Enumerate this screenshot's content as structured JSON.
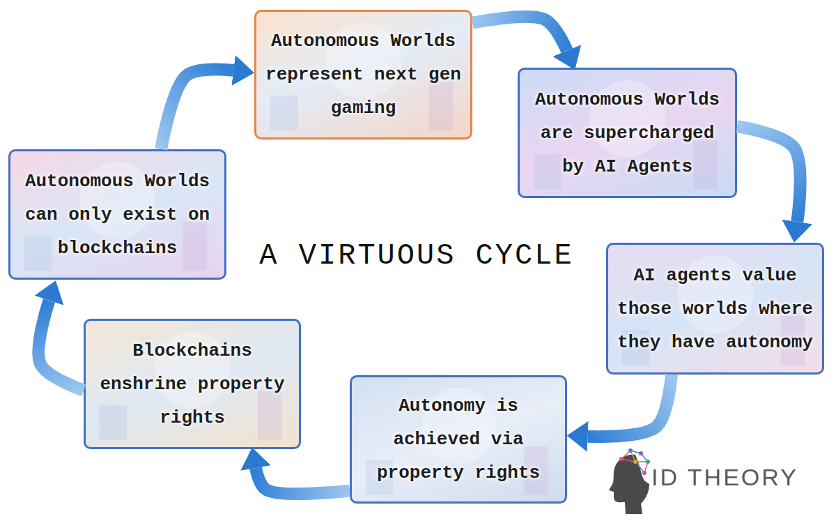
{
  "diagram": {
    "title": "A VIRTUOUS CYCLE",
    "nodes": [
      {
        "text": [
          "Autonomous Worlds represent next gen gaming"
        ]
      },
      {
        "text": [
          "Autonomous Worlds are supercharged by AI Agents"
        ]
      },
      {
        "text": [
          "AI agents value those worlds where they have autonomy"
        ]
      },
      {
        "text": [
          "Autonomy is achieved via property rights"
        ]
      },
      {
        "text": [
          "Blockchains enshrine property rights"
        ]
      },
      {
        "text": [
          "Autonomous Worlds can only exist on blockchains"
        ]
      }
    ],
    "edges": [
      {
        "from": 0,
        "to": 1,
        "arrow": "to"
      },
      {
        "from": 1,
        "to": 2,
        "arrow": "to"
      },
      {
        "from": 2,
        "to": 3,
        "arrow": "to"
      },
      {
        "from": 3,
        "to": 4,
        "arrow": "to"
      },
      {
        "from": 4,
        "to": 5,
        "arrow": "to"
      },
      {
        "from": 5,
        "to": 0,
        "arrow": "to"
      }
    ],
    "labels": [
      "ID THEORY"
    ]
  }
}
